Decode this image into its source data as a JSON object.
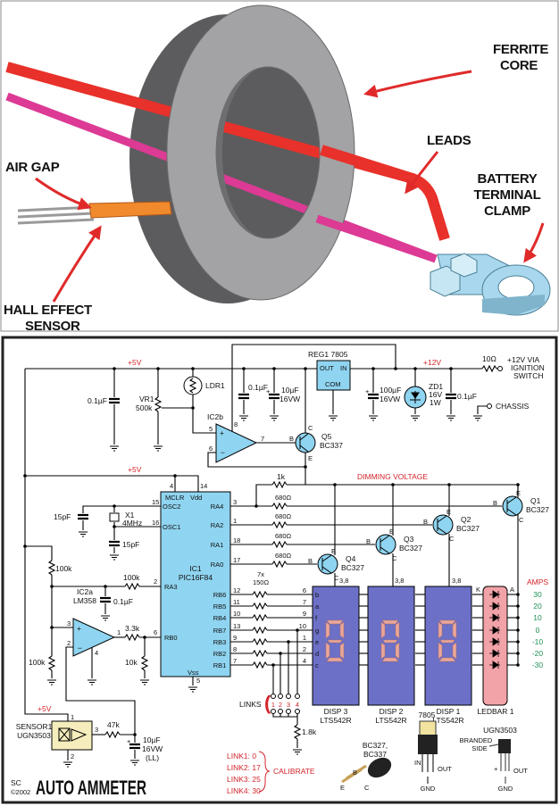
{
  "colors": {
    "lead_red": "#e8312a",
    "lead_magenta": "#dc3a94",
    "ferrite_core": "#9a9a9c",
    "hall_sensor": "#f08a2c",
    "clamp_blue": "#a9d8ee",
    "component_blue": "#8fd4f0",
    "display_blue": "#6c70c6",
    "ledbar_pink": "#f2a3a8",
    "label_red": "#d3232a",
    "amps_green": "#1f8f55"
  },
  "illustration": {
    "ferrite_core": [
      "FERRITE",
      "CORE"
    ],
    "leads": "LEADS",
    "battery_clamp": [
      "BATTERY",
      "TERMINAL",
      "CLAMP"
    ],
    "air_gap": "AIR GAP",
    "hall_sensor": [
      "HALL EFFECT",
      "SENSOR"
    ]
  },
  "schematic": {
    "plus5v": "+5V",
    "plus12v": "+12V",
    "reg1": "REG1  7805",
    "reg_out": "OUT",
    "reg_in": "IN",
    "reg_com": "COM",
    "r10": "10Ω",
    "ignition": [
      "+12V VIA",
      "IGNITION",
      "SWITCH"
    ],
    "chassis": "CHASSIS",
    "c01": "0.1µF",
    "vr1": [
      "VR1",
      "500k"
    ],
    "ldr1": "LDR1",
    "c10u": [
      "10µF",
      "16VW"
    ],
    "c100u": [
      "100µF",
      "16VW"
    ],
    "zd1": [
      "ZD1",
      "16V",
      "1W"
    ],
    "ic2b": "IC2b",
    "ic2b_pins": [
      "5",
      "8",
      "6",
      "7"
    ],
    "q5": [
      "Q5",
      "BC337"
    ],
    "tr_pins": [
      "B",
      "C",
      "E"
    ],
    "r1k": "1k",
    "dimming": "DIMMING VOLTAGE",
    "ic1_top_pins": [
      "4",
      "14"
    ],
    "mclr": "MCLR",
    "vdd": "Vdd",
    "osc2": [
      "15",
      "OSC2"
    ],
    "osc1": [
      "16",
      "OSC1"
    ],
    "x1": [
      "X1",
      "4MHz"
    ],
    "c15p": "15pF",
    "ra_labels": [
      "RA4",
      "RA2",
      "RA1",
      "RA0"
    ],
    "ra_pins": [
      "3",
      "1",
      "18",
      "17"
    ],
    "r680": "680Ω",
    "ic1": [
      "IC1",
      "PIC16F84"
    ],
    "transistors": [
      "Q1",
      "Q2",
      "Q3",
      "Q4"
    ],
    "bc327": "BC327",
    "r100k": "100k",
    "ra3": [
      "2",
      "RA3"
    ],
    "ic2a": [
      "IC2a",
      "LM358"
    ],
    "ic2a_pins": [
      "3",
      "2",
      "1",
      "4"
    ],
    "r3k3": "3.3k",
    "rb0": [
      "6",
      "RB0"
    ],
    "r10k": "10k",
    "r150": [
      "7x",
      "150Ω"
    ],
    "rb_labels": [
      "RB6",
      "RB5",
      "RB4",
      "RB7",
      "RB3",
      "RB2",
      "RB1"
    ],
    "rb_pins": [
      "12",
      "11",
      "10",
      "13",
      "9",
      "8",
      "7"
    ],
    "seg_pins": [
      "6",
      "7",
      "9",
      "10",
      "1",
      "2",
      "4"
    ],
    "seg_letters": [
      "b",
      "a",
      "f",
      "g",
      "e",
      "d",
      "c"
    ],
    "common": "3,8",
    "displays": [
      {
        "name": "DISP 3",
        "part": "LTS542R"
      },
      {
        "name": "DISP 2",
        "part": "LTS542R"
      },
      {
        "name": "DISP 1",
        "part": "LTS542R"
      }
    ],
    "ledbar": "LEDBAR 1",
    "ledbar_k": "K",
    "ledbar_a": "A",
    "amps": "AMPS",
    "amps_values": [
      "30",
      "20",
      "10",
      "0",
      "-10",
      "-20",
      "-30"
    ],
    "vss": [
      "Vss",
      "5"
    ],
    "links": "LINKS",
    "link_nums": [
      "1",
      "2",
      "3",
      "4"
    ],
    "r1k8": "1.8k",
    "sensor": [
      "SENSOR1",
      "UGN3503"
    ],
    "sensor_pins": [
      "1",
      "3",
      "2"
    ],
    "r47k": "47k",
    "c10u_ll": [
      "10µF",
      "16VW",
      "(LL)"
    ],
    "calibrate": {
      "links": [
        "LINK1: 0",
        "LINK2: 17",
        "LINK3: 25",
        "LINK4: 30"
      ],
      "label": "CALIBRATE"
    },
    "pinout_bc": [
      "BC327,",
      "BC337",
      "B",
      "E",
      "C"
    ],
    "pinout_7805": [
      "7805",
      "IN",
      "OUT",
      "GND"
    ],
    "pinout_ugn": [
      "UGN3503",
      "BRANDED",
      "SIDE",
      "+",
      "OUT",
      "GND"
    ],
    "logo": "SC",
    "copyright": "©2002",
    "title": "AUTO AMMETER"
  }
}
